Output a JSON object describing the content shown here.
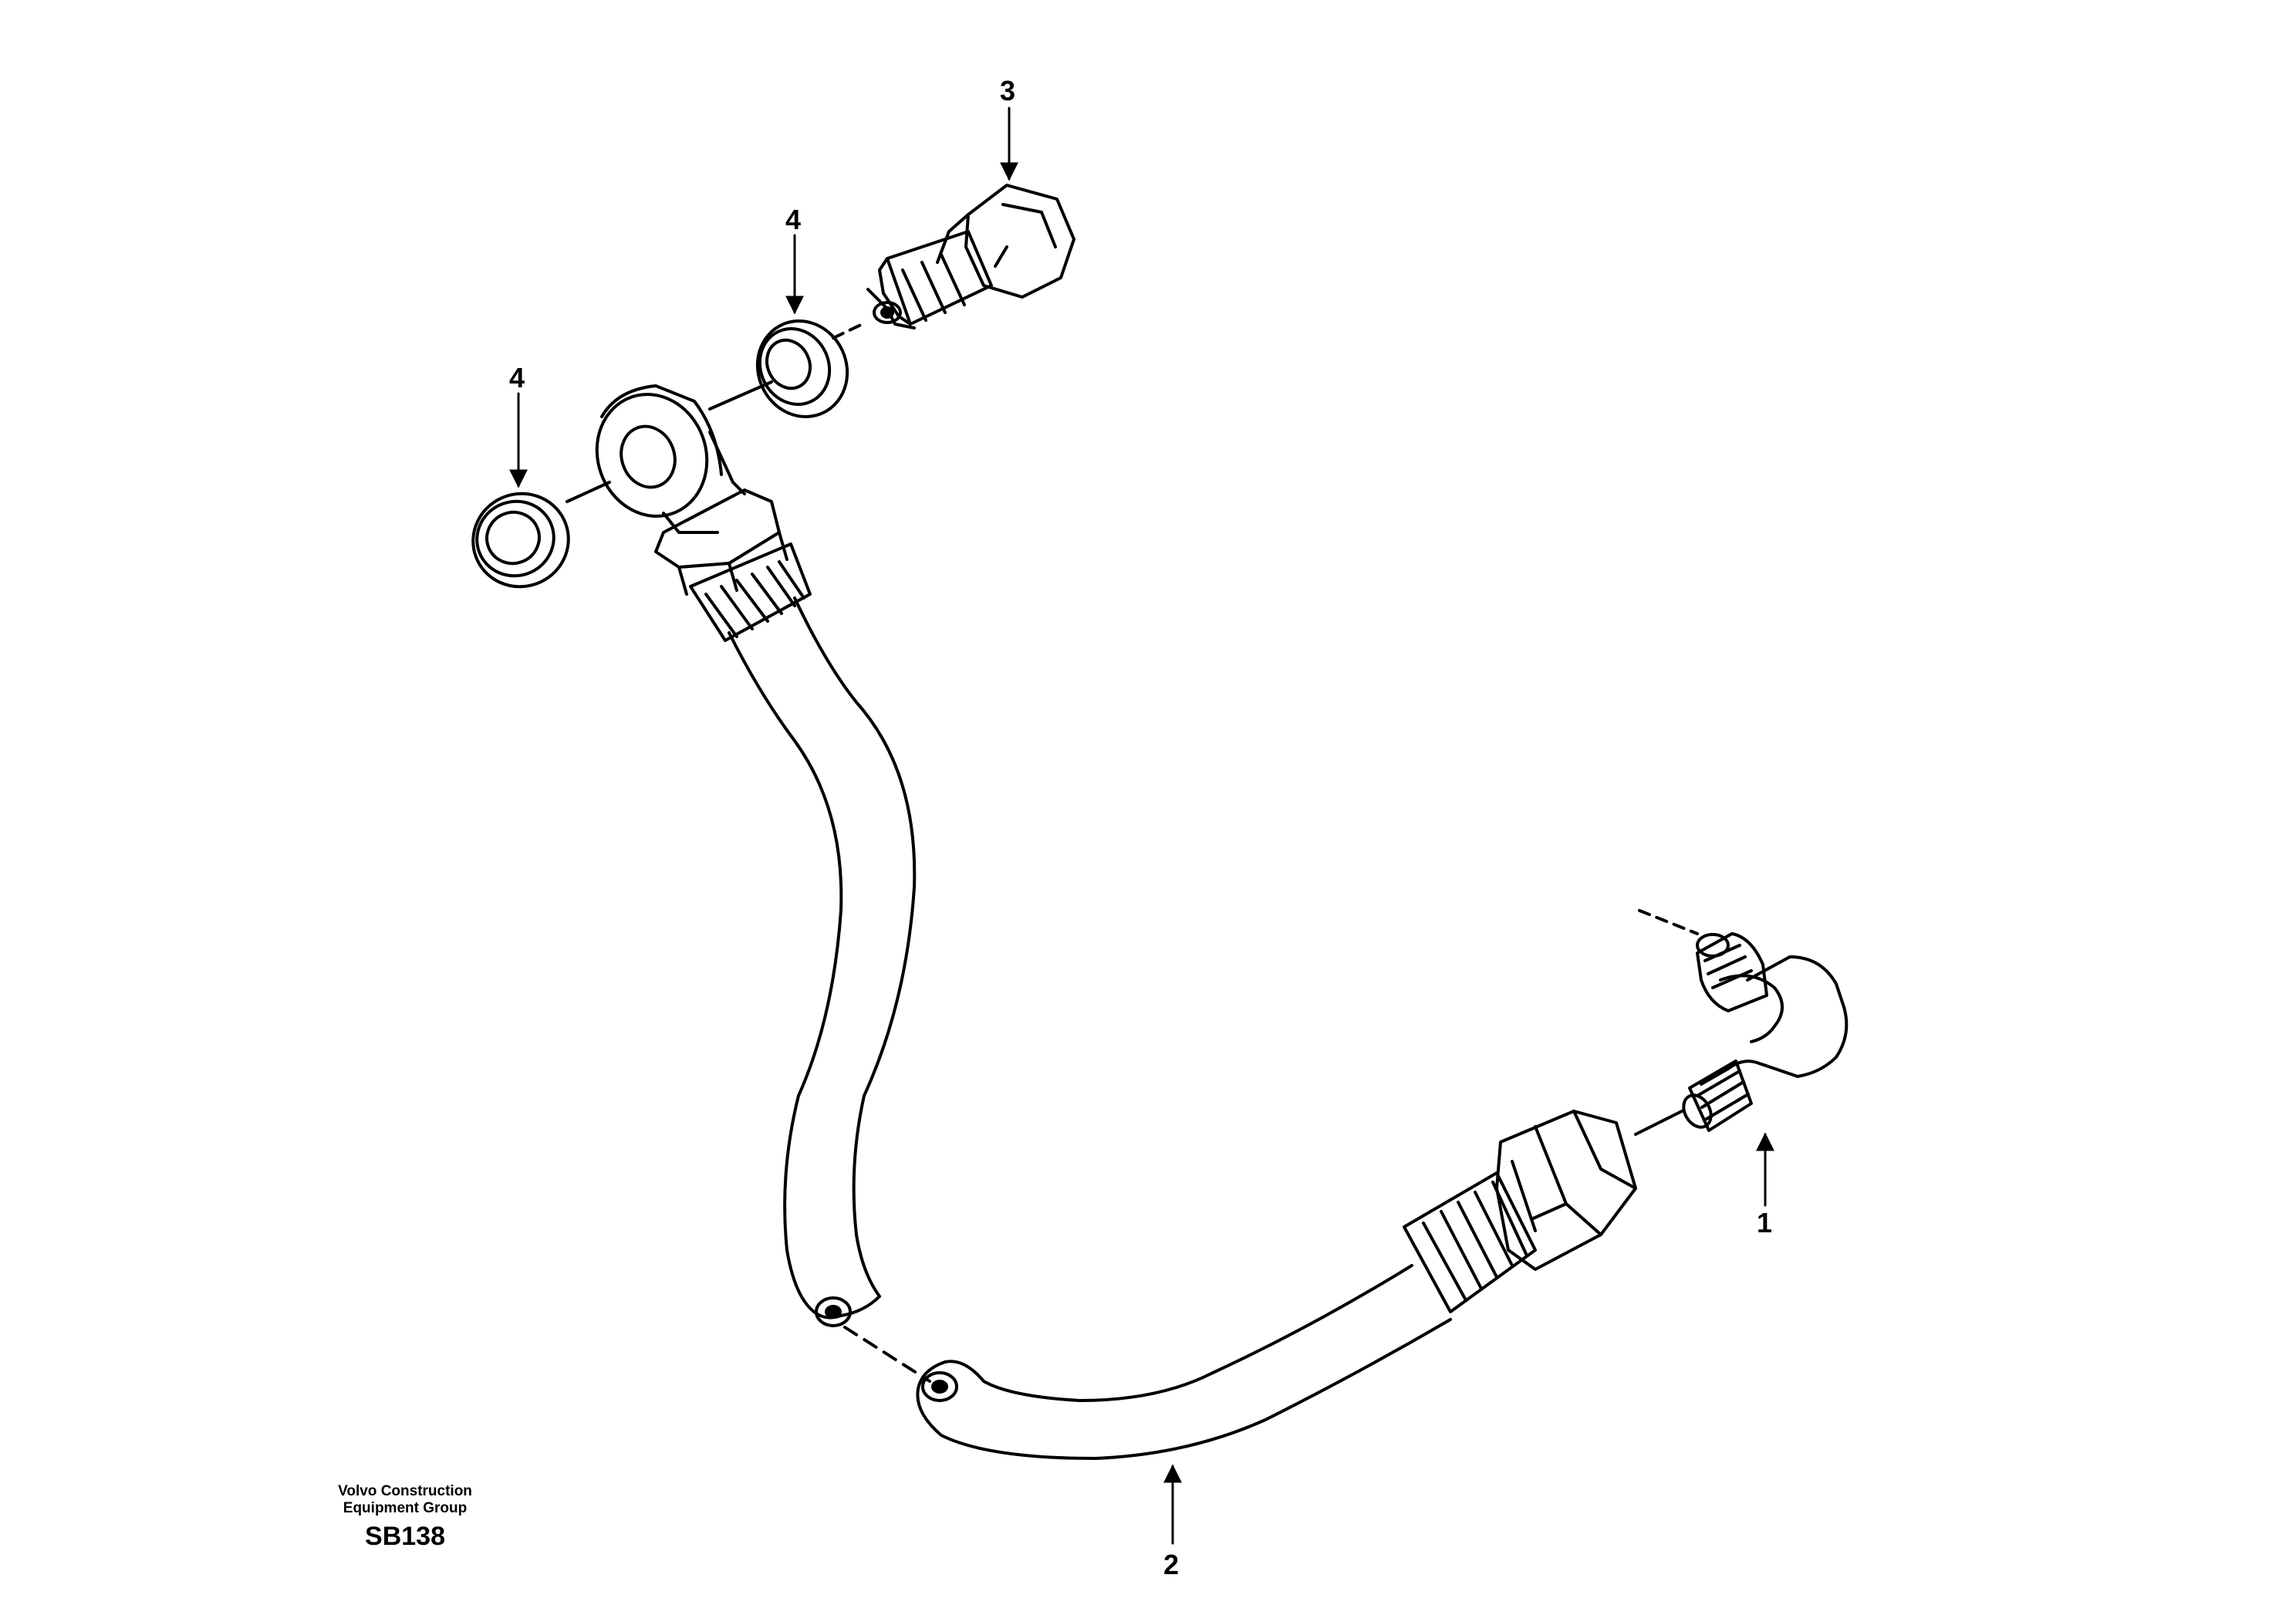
{
  "diagram": {
    "callouts": [
      {
        "label": "1"
      },
      {
        "label": "2"
      },
      {
        "label": "3"
      },
      {
        "label": "4"
      },
      {
        "label": "4"
      }
    ],
    "footer": {
      "company_line1": "Volvo Construction",
      "company_line2": "Equipment Group",
      "code": "SB138"
    }
  }
}
